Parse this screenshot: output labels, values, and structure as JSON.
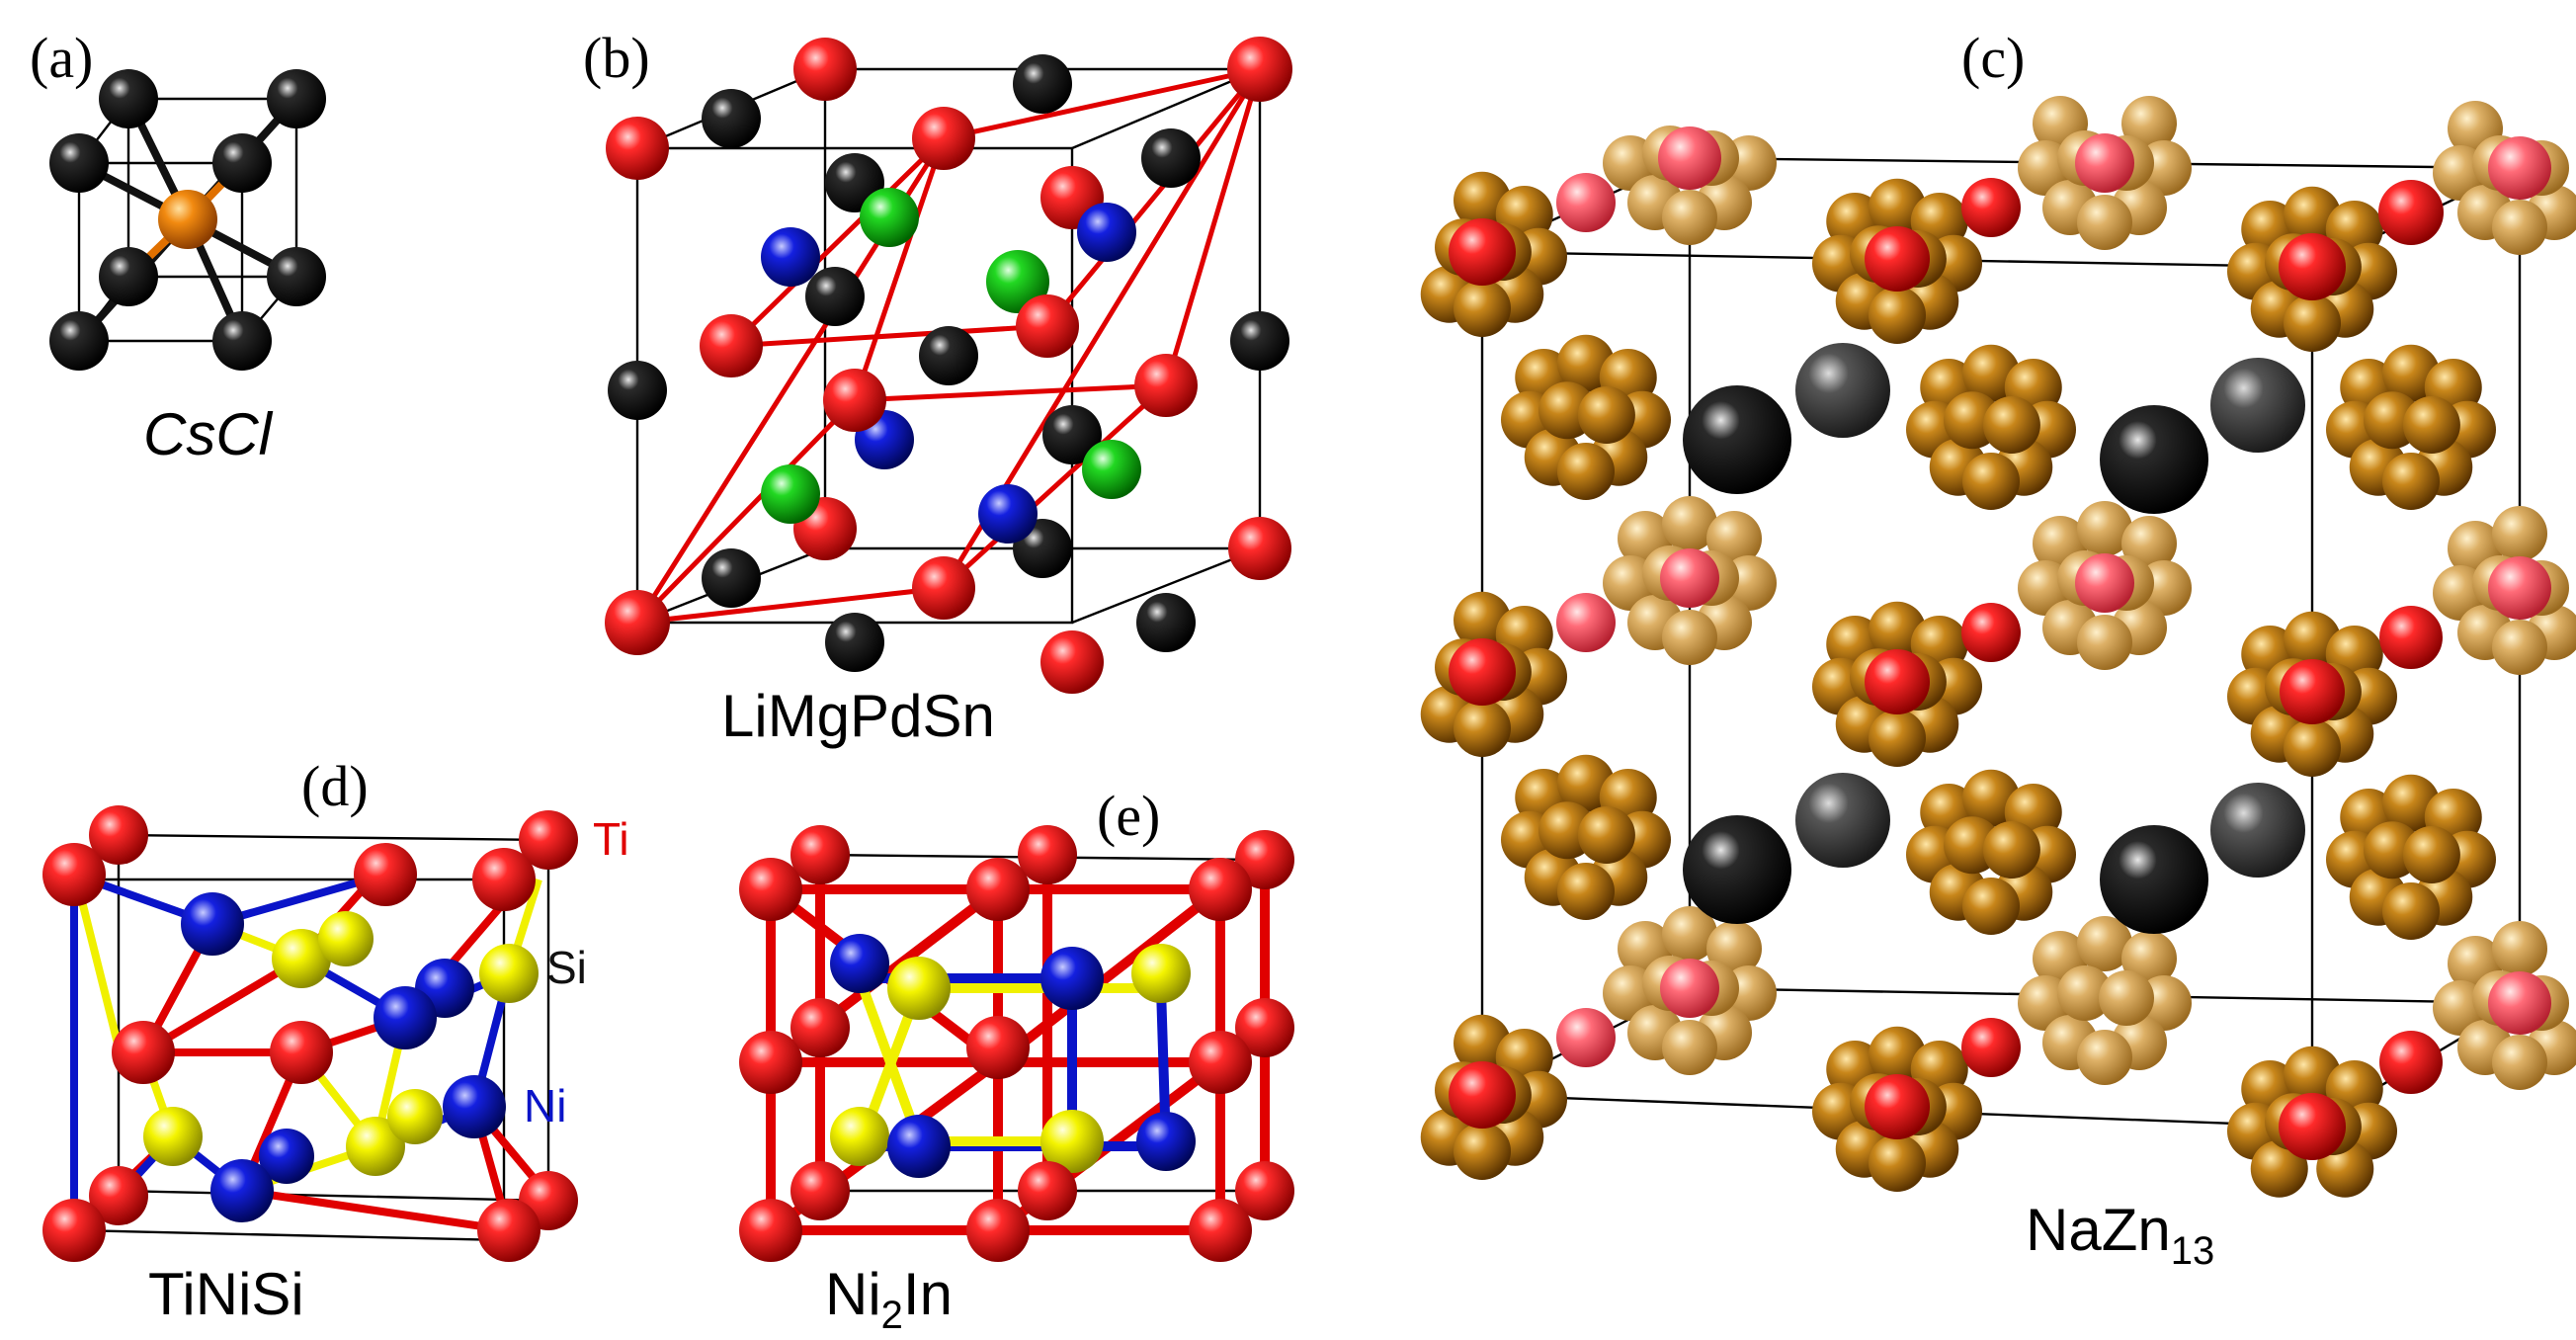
{
  "panels": {
    "a": {
      "tag": "(a)",
      "compound": "CsCl"
    },
    "b": {
      "tag": "(b)",
      "compound": "LiMgPdSn"
    },
    "c": {
      "tag": "(c)",
      "compound_base": "NaZn",
      "compound_sub": "13"
    },
    "d": {
      "tag": "(d)",
      "compound": "TiNiSi",
      "labels": {
        "ti": "Ti",
        "si": "Si",
        "ni": "Ni"
      }
    },
    "e": {
      "tag": "(e)",
      "compound_base": "Ni",
      "compound_sub": "2",
      "compound_rest": "In"
    }
  },
  "colors": {
    "red": "#e00000",
    "black": "#0a0a0a",
    "orange": "#f07800",
    "blue": "#0a14c8",
    "green": "#18c018",
    "yellow": "#f0f000",
    "zn": "#c07a10",
    "dark": "#333333"
  }
}
